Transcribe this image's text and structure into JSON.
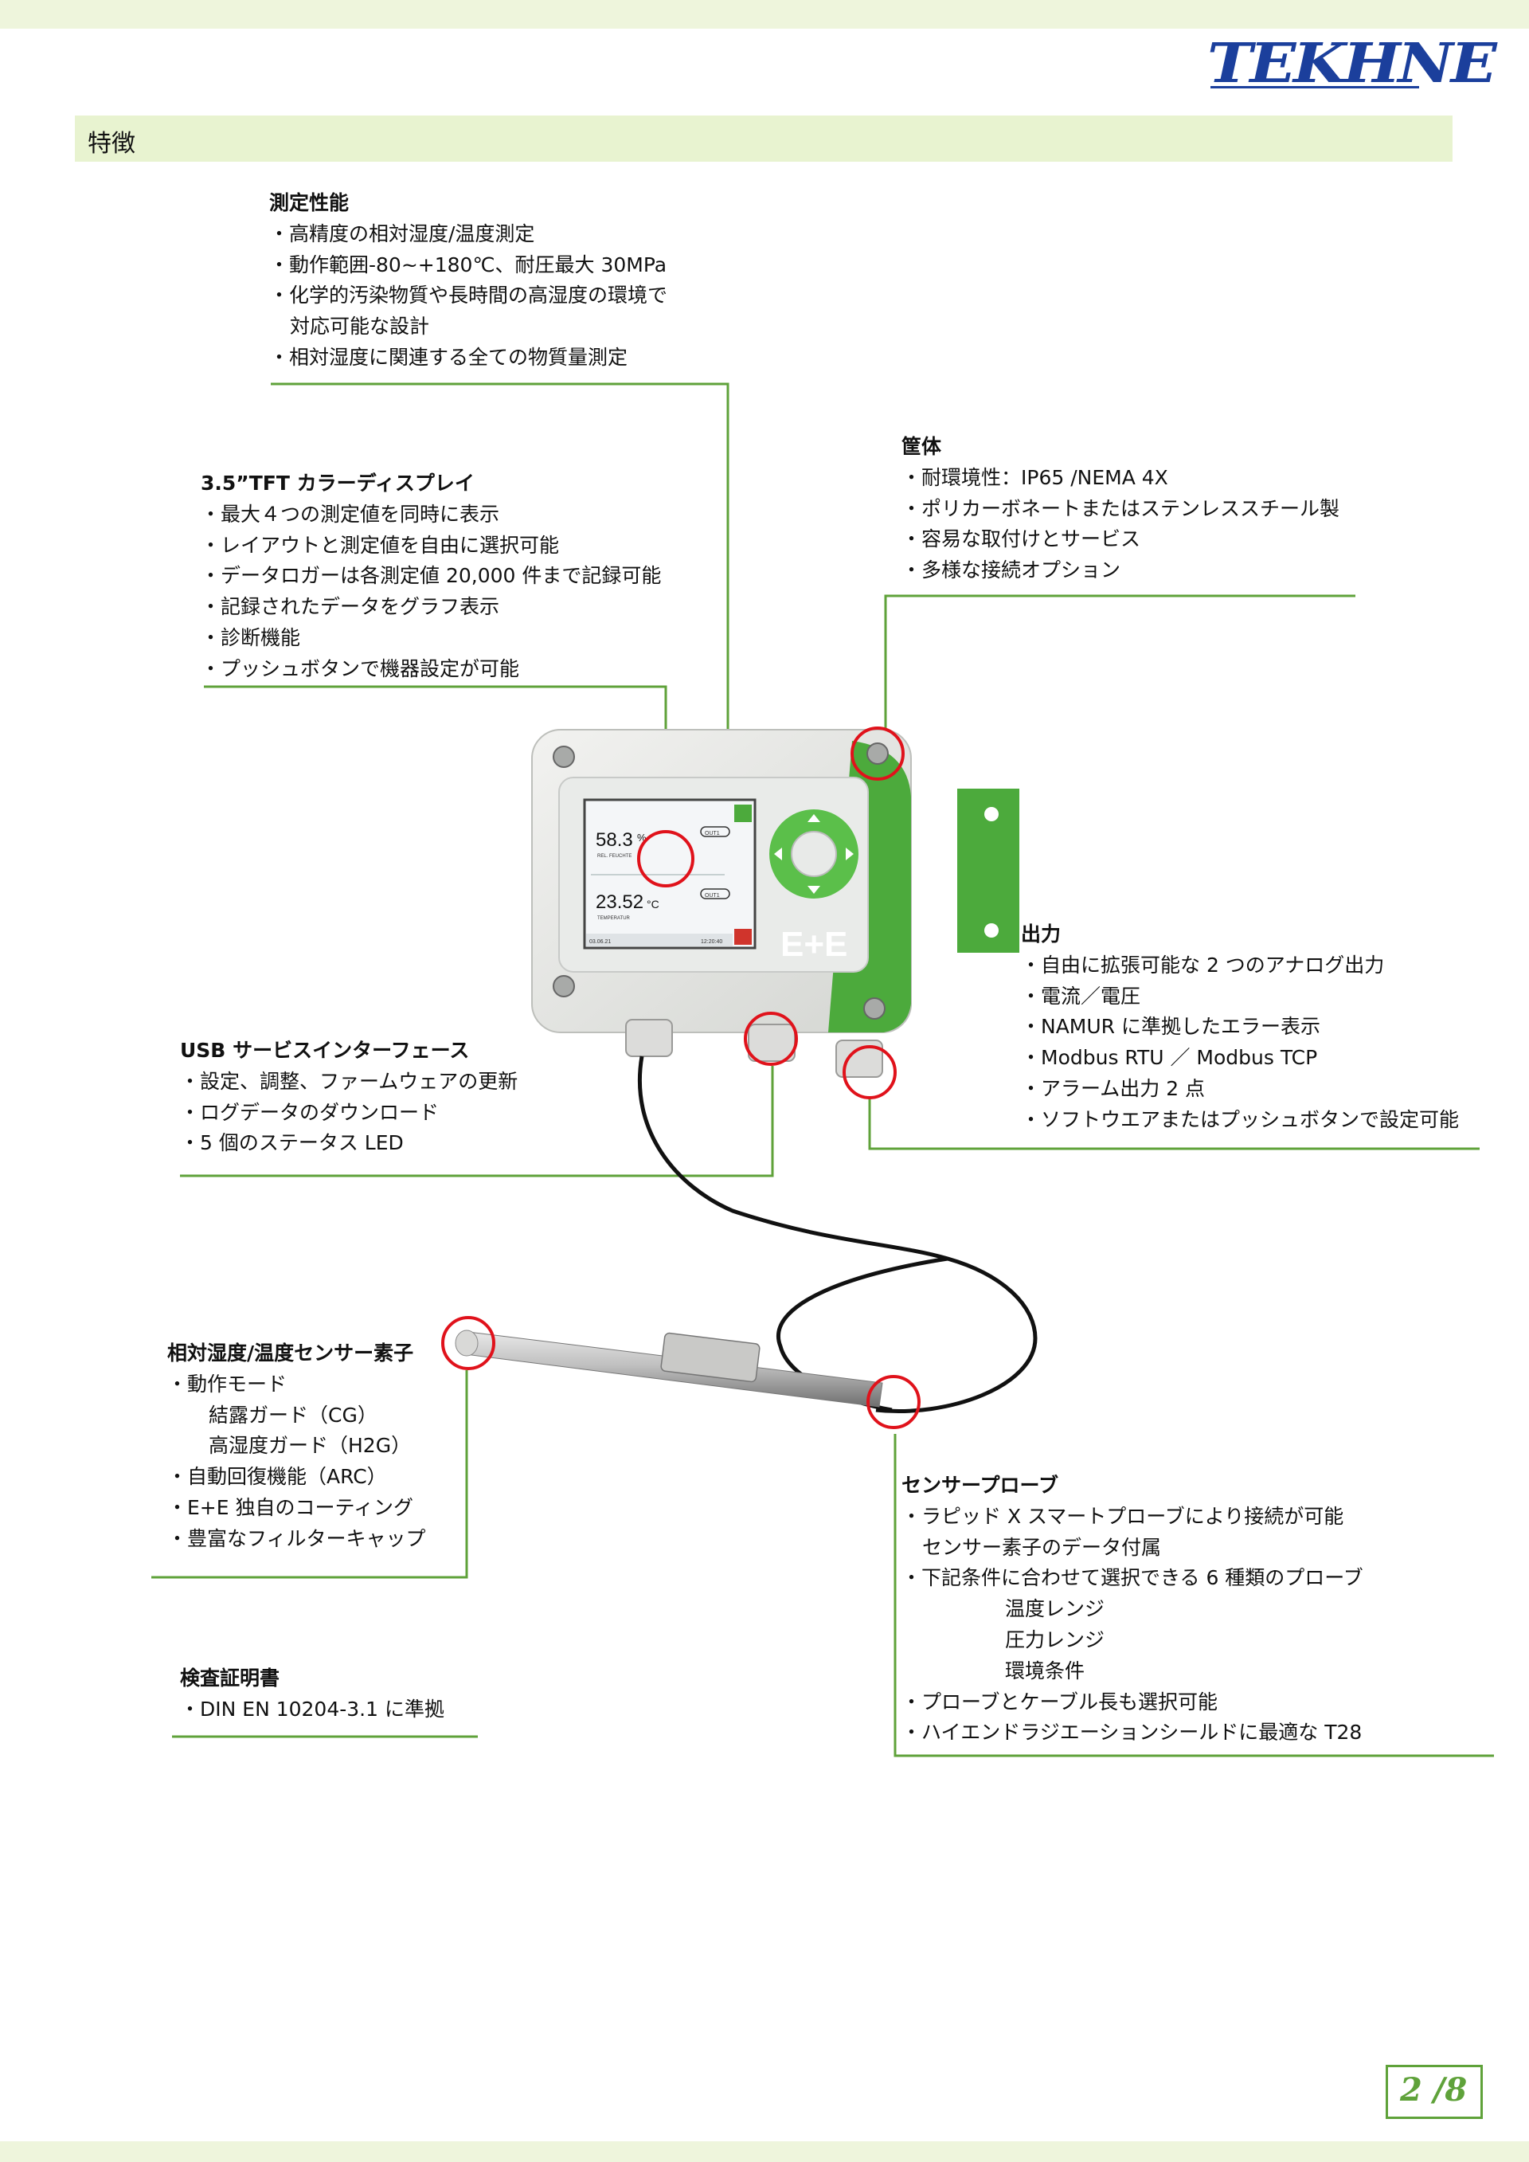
{
  "brand": {
    "logo": "TEKHNE"
  },
  "section_title": "特徴",
  "features": {
    "measurement": {
      "title": "測定性能",
      "items": [
        "・高精度の相対湿度/温度測定",
        "・動作範囲-80~+180℃、耐圧最大 30MPa",
        "・化学的汚染物質や長時間の高湿度の環境で",
        "対応可能な設計",
        "・相対湿度に関連する全ての物質量測定"
      ]
    },
    "display": {
      "title": "3.5”TFT カラーディスプレイ",
      "items": [
        "・最大４つの測定値を同時に表示",
        "・レイアウトと測定値を自由に選択可能",
        "・データロガーは各測定値 20,000 件まで記録可能",
        "・記録されたデータをグラフ表示",
        "・診断機能",
        "・プッシュボタンで機器設定が可能"
      ]
    },
    "housing": {
      "title": "筐体",
      "items": [
        "・耐環境性：IP65 /NEMA 4X",
        "・ポリカーボネートまたはステンレススチール製",
        "・容易な取付けとサービス",
        "・多様な接続オプション"
      ]
    },
    "output": {
      "title": "出力",
      "items": [
        "・自由に拡張可能な 2 つのアナログ出力",
        "・電流／電圧",
        "・NAMUR に準拠したエラー表示",
        "・Modbus RTU ／ Modbus TCP",
        "・アラーム出力 2 点",
        "・ソフトウエアまたはプッシュボタンで設定可能"
      ]
    },
    "usb": {
      "title": "USB サービスインターフェース",
      "items": [
        "・設定、調整、ファームウェアの更新",
        "・ログデータのダウンロード",
        "・5 個のステータス LED"
      ]
    },
    "sensor_element": {
      "title": "相対湿度/温度センサー素子",
      "items": [
        "・動作モード",
        "結露ガード（CG）",
        "高湿度ガード（H2G）",
        "・自動回復機能（ARC）",
        "・E+E 独自のコーティング",
        "・豊富なフィルターキャップ"
      ]
    },
    "probe": {
      "title": "センサープローブ",
      "items": [
        "・ラピッド X スマートプローブにより接続が可能",
        "センサー素子のデータ付属",
        "・下記条件に合わせて選択できる 6 種類のプローブ",
        "温度レンジ",
        "圧力レンジ",
        "環境条件",
        "・プローブとケーブル長も選択可能",
        "・ハイエンドラジエーションシールドに最適な T28"
      ]
    },
    "certificate": {
      "title": "検査証明書",
      "items": [
        "・DIN EN 10204-3.1 に準拠"
      ]
    }
  },
  "device": {
    "brand": "E+E",
    "humidity_value": "58.3",
    "humidity_unit": "%",
    "humidity_label": "REL. FEUCHTE",
    "temperature_value": "23.52",
    "temperature_unit": "°C",
    "temperature_label": "TEMPERATUR",
    "out_label": "OUT1",
    "date": "03.06.21",
    "time": "12:20:40"
  },
  "colors": {
    "accent_green": "#5fa23a",
    "highlight_red": "#e0121b",
    "logo_blue": "#1b3f9c",
    "band": "#e8f3d0"
  },
  "pagination": {
    "page": "2 /8"
  }
}
